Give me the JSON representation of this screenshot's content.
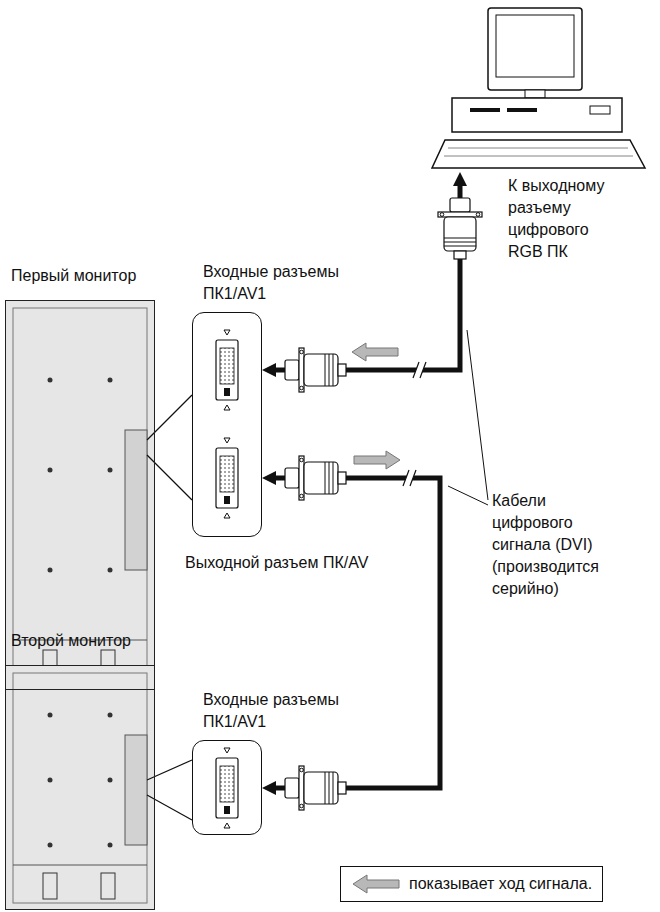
{
  "diagram": {
    "nodes": [
      {
        "text": [
          "К выходному разъему цифрового RGB ПК"
        ]
      },
      {
        "text": [
          "Первый монитор"
        ]
      },
      {
        "text": [
          "Входные разъемы ПК1/AV1",
          "Выходной разъем ПК/AV"
        ]
      },
      {
        "text": [
          "Второй монитор"
        ]
      },
      {
        "text": [
          "Входные разъемы ПК1/AV1"
        ]
      }
    ],
    "edges": [
      {
        "from": 0,
        "to": 2,
        "arrow": "both"
      },
      {
        "from": 2,
        "to": 4,
        "arrow": "both"
      }
    ],
    "labels": [
      "Кабели цифрового сигнала (DVI) (производится серийно)"
    ],
    "legend": [
      {
        "text": "показывает ход сигнала."
      }
    ]
  }
}
